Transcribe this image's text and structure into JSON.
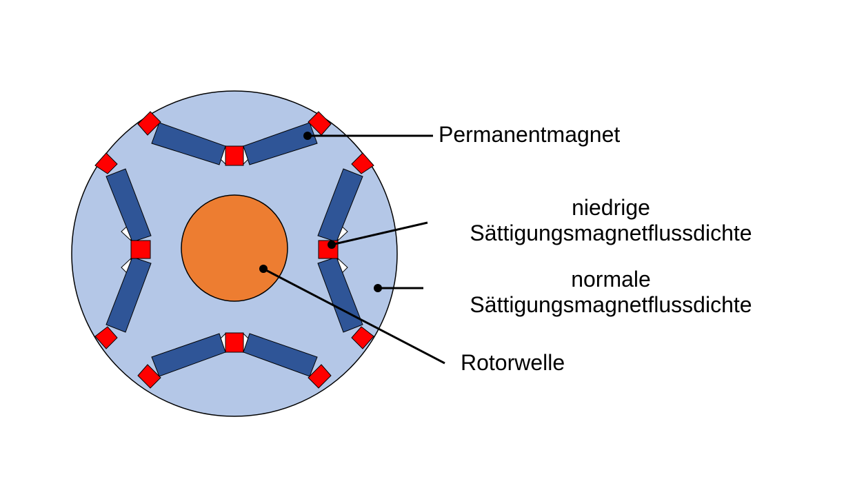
{
  "labels": {
    "permanent_magnet": "Permanentmagnet",
    "low_saturation": {
      "line1": "niedrige",
      "line2": "Sättigungsmagnetflussdichte"
    },
    "normal_saturation": {
      "line1": "normale",
      "line2": "Sättigungsmagnetflussdichte"
    },
    "rotor_shaft": "Rotorwelle"
  },
  "colors": {
    "rotor_lamination": "#b4c7e7",
    "magnet": "#2f5597",
    "low_saturation_bridge": "#ff0000",
    "shaft": "#ed7d31",
    "outline": "#000000",
    "background": "#ffffff"
  }
}
